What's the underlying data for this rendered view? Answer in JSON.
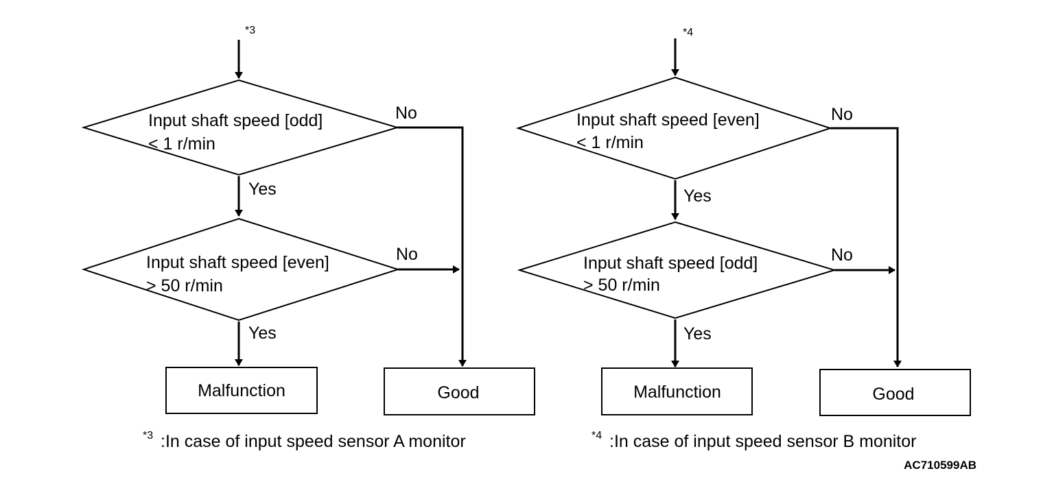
{
  "flowcharts": [
    {
      "entry_marker": "*3",
      "decision1": {
        "line1": "Input shaft speed [odd]",
        "line2": "< 1 r/min"
      },
      "decision1_yes": "Yes",
      "decision1_no": "No",
      "decision2": {
        "line1": "Input shaft speed [even]",
        "line2": "> 50 r/min"
      },
      "decision2_yes": "Yes",
      "decision2_no": "No",
      "result_malfunction": "Malfunction",
      "result_good": "Good",
      "footnote_marker": "*3",
      "footnote_text": ":In case of input speed sensor A monitor"
    },
    {
      "entry_marker": "*4",
      "decision1": {
        "line1": "Input shaft speed [even]",
        "line2": "< 1 r/min"
      },
      "decision1_yes": "Yes",
      "decision1_no": "No",
      "decision2": {
        "line1": "Input shaft speed [odd]",
        "line2": "> 50 r/min"
      },
      "decision2_yes": "Yes",
      "decision2_no": "No",
      "result_malfunction": "Malfunction",
      "result_good": "Good",
      "footnote_marker": "*4",
      "footnote_text": ":In case of input speed sensor B monitor"
    }
  ],
  "figure_code": "AC710599AB"
}
